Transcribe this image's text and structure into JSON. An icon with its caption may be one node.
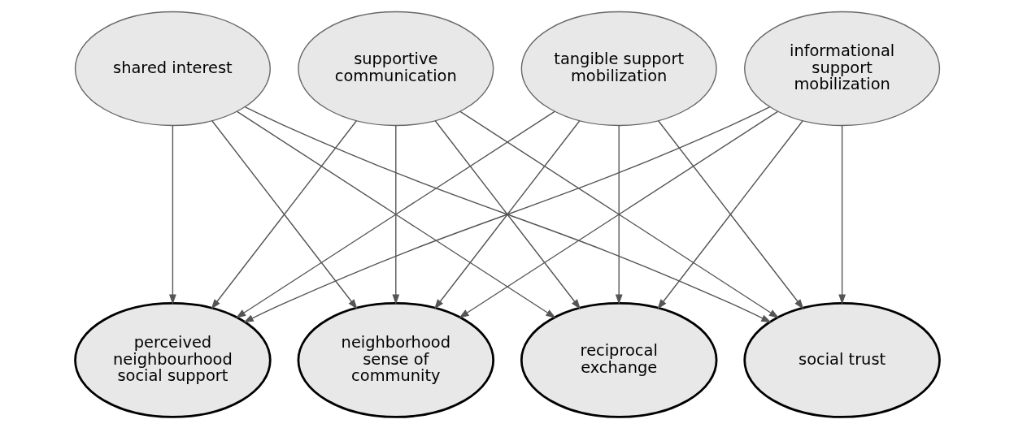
{
  "diagram": {
    "nodes": [
      {
        "text": [
          "shared interest"
        ]
      },
      {
        "text": [
          "supportive communication"
        ]
      },
      {
        "text": [
          "tangible support mobilization"
        ]
      },
      {
        "text": [
          "informational support mobilization"
        ]
      },
      {
        "text": [
          "perceived neighbourhood social support"
        ]
      },
      {
        "text": [
          "neighborhood sense of community"
        ]
      },
      {
        "text": [
          "reciprocal exchange"
        ]
      },
      {
        "text": [
          "social trust"
        ]
      }
    ],
    "edges": [
      {
        "from": 0,
        "to": 4,
        "arrow": "to"
      },
      {
        "from": 0,
        "to": 5,
        "arrow": "to"
      },
      {
        "from": 0,
        "to": 6,
        "arrow": "to"
      },
      {
        "from": 0,
        "to": 7,
        "arrow": "to"
      },
      {
        "from": 1,
        "to": 4,
        "arrow": "to"
      },
      {
        "from": 1,
        "to": 5,
        "arrow": "to"
      },
      {
        "from": 1,
        "to": 6,
        "arrow": "to"
      },
      {
        "from": 1,
        "to": 7,
        "arrow": "to"
      },
      {
        "from": 2,
        "to": 4,
        "arrow": "to"
      },
      {
        "from": 2,
        "to": 5,
        "arrow": "to"
      },
      {
        "from": 2,
        "to": 6,
        "arrow": "to"
      },
      {
        "from": 2,
        "to": 7,
        "arrow": "to"
      },
      {
        "from": 3,
        "to": 4,
        "arrow": "to"
      },
      {
        "from": 3,
        "to": 5,
        "arrow": "to"
      },
      {
        "from": 3,
        "to": 6,
        "arrow": "to"
      },
      {
        "from": 3,
        "to": 7,
        "arrow": "to"
      }
    ]
  }
}
